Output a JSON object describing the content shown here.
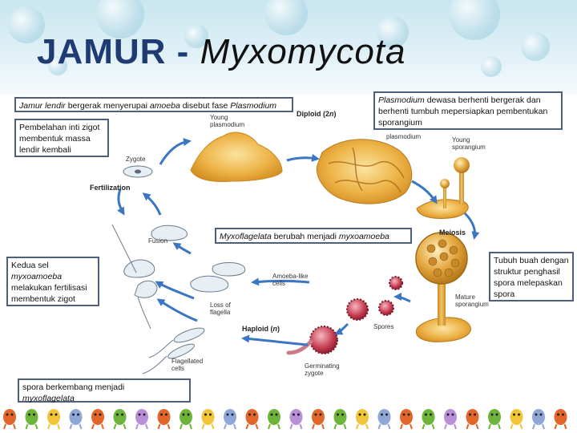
{
  "title": {
    "part1": "JAMUR",
    "dash": " - ",
    "part2": "Myxomycota"
  },
  "boxes": {
    "top_left": {
      "italic": "Jamur lendir",
      "rest1": " bergerak menyerupai ",
      "italic2": "amoeba",
      "rest2": " disebut fase ",
      "italic3": "Plasmodium"
    },
    "pembelahan": "Pembelahan inti zigot membentuk massa lendir kembali",
    "plasmodium_dewasa": {
      "italic": "Plasmodium",
      "rest": " dewasa berhenti bergerak dan berhenti tumbuh mepersiapkan pembentukan sporangium"
    },
    "myxoflagelata": {
      "italic": "Myxoflagelata",
      "rest": " berubah menjadi ",
      "italic2": "myxoamoeba"
    },
    "kedua_sel": {
      "line1": "Kedua sel",
      "italic": "myxoamoeba",
      "rest": "melakukan fertilisasi membentuk zigot"
    },
    "tubuh_buah": "Tubuh buah dengan struktur penghasil spora melepaskan spora",
    "spora": {
      "rest": "spora berkembang menjadi ",
      "italic": "myxoflagelata"
    }
  },
  "diagram_labels": {
    "young_plasmodium": "Young plasmodium",
    "diploid": "Diploid (2",
    "diploid_n": "n",
    "diploid_close": ")",
    "plasmodium": "plasmodium",
    "young_sporangium": "Young sporangium",
    "zygote": "Zygote",
    "fertilization": "Fertilization",
    "fusion": "Fusion",
    "meiosis": "Meiosis",
    "amoeba_like": "Amoeba-like cells",
    "loss_flagella": "Loss of flagella",
    "mature_sporangium": "Mature sporangium",
    "haploid": "Haploid (",
    "haploid_n": "n",
    "haploid_close": ")",
    "spores": "Spores",
    "flagellated": "Flagellated cells",
    "germinating": "Germinating zygote"
  },
  "colors": {
    "title_blue": "#1f3b73",
    "arrow_blue": "#3a76c4",
    "box_border": "#4d5f7a",
    "plasmodium": "#e8a93a"
  }
}
